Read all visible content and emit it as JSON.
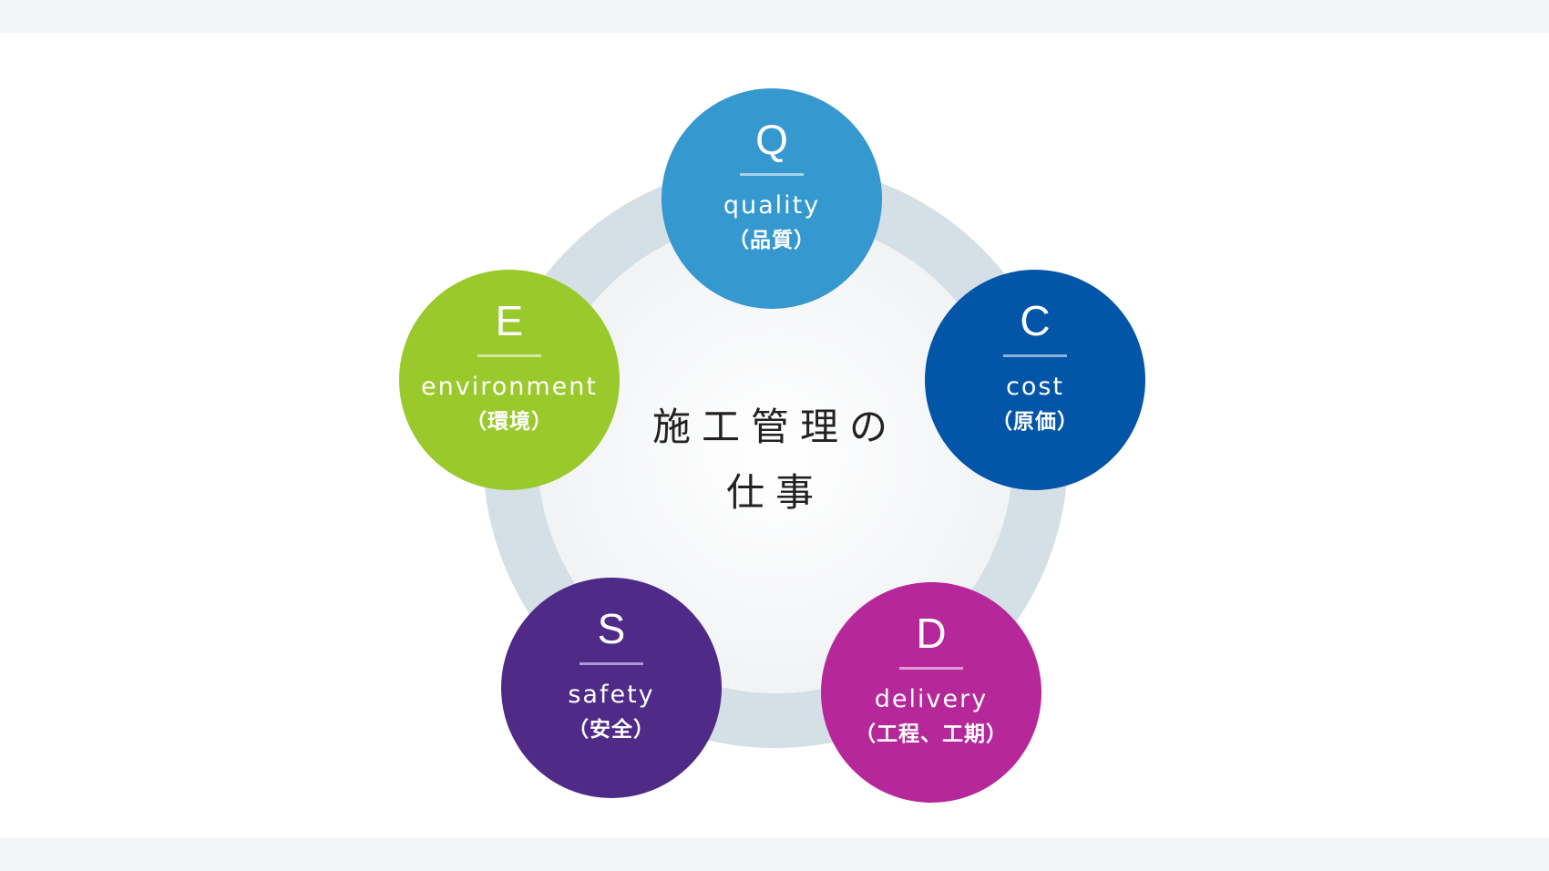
{
  "title": [
    "施工管理の",
    "仕事"
  ],
  "colors": {
    "ring": "#d4e0e6",
    "band": "#f3f5f8"
  },
  "nodes": [
    {
      "id": "q",
      "letter": "Q",
      "label": "quality",
      "jp": "（品質）",
      "color": "#3598cf"
    },
    {
      "id": "c",
      "letter": "C",
      "label": "cost",
      "jp": "（原価）",
      "color": "#0356a7"
    },
    {
      "id": "d",
      "letter": "D",
      "label": "delivery",
      "jp": "（工程、工期）",
      "color": "#b6289a"
    },
    {
      "id": "s",
      "letter": "S",
      "label": "safety",
      "jp": "（安全）",
      "color": "#4f2a87"
    },
    {
      "id": "e",
      "letter": "E",
      "label": "environment",
      "jp": "（環境）",
      "color": "#9ac92c"
    }
  ]
}
